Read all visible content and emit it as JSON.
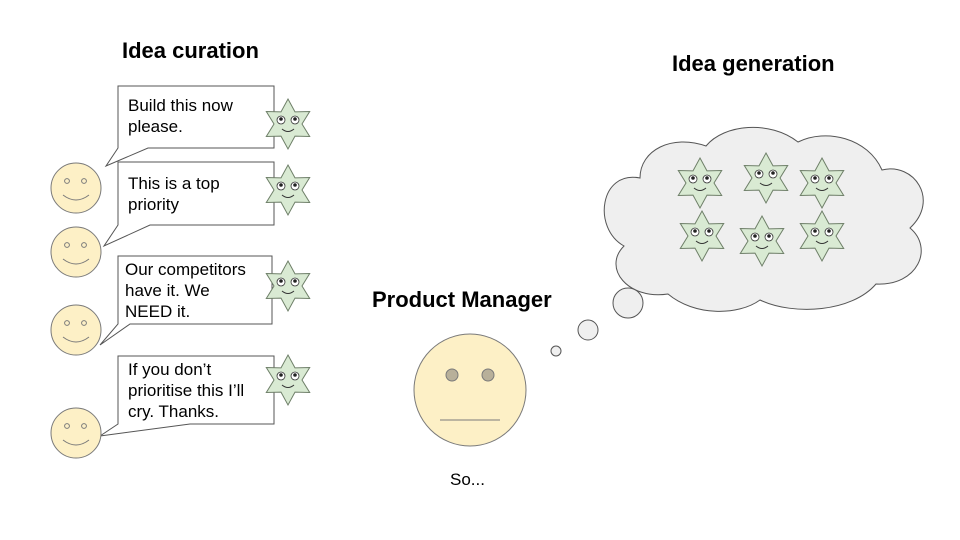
{
  "titles": {
    "curation": "Idea curation",
    "generation": "Idea generation",
    "manager": "Product Manager"
  },
  "bubbles": [
    "Build this now\nplease.",
    "This is a top\npriority",
    "Our competitors\nhave it. We\nNEED it.",
    "If you don’t\nprioritise this I’ll\ncry. Thanks."
  ],
  "manager_caption": "So...",
  "colors": {
    "face_fill": "#fdf0c6",
    "face_stroke": "#7a7a7a",
    "star_fill": "#d9ead3",
    "star_stroke": "#6e7f68",
    "cloud_fill": "#efefef",
    "cloud_stroke": "#555555"
  }
}
